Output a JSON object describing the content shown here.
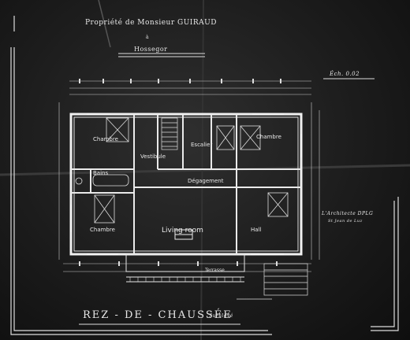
{
  "title": {
    "owner": "Propriété de Monsieur GUIRAUD",
    "connector": "à",
    "location": "Hossegor"
  },
  "scale_note": "Éch. 0.02",
  "rooms": {
    "chambre_nw": "Chambre",
    "chambre_ne": "Chambre",
    "chambre_sw": "Chambre",
    "vestibule": "Vestibule",
    "escalier": "Escalier",
    "dégagement": "Dégagement",
    "bains": "Bains",
    "living": "Living room",
    "hall": "Hall",
    "terrasse": "Terrasse"
  },
  "architect": {
    "line1": "L'Architecte DPLG",
    "line2": "St Jean de Luz"
  },
  "footer": {
    "title": "REZ - DE - CHAUSSÉE",
    "subtitle": "Surélevé"
  }
}
